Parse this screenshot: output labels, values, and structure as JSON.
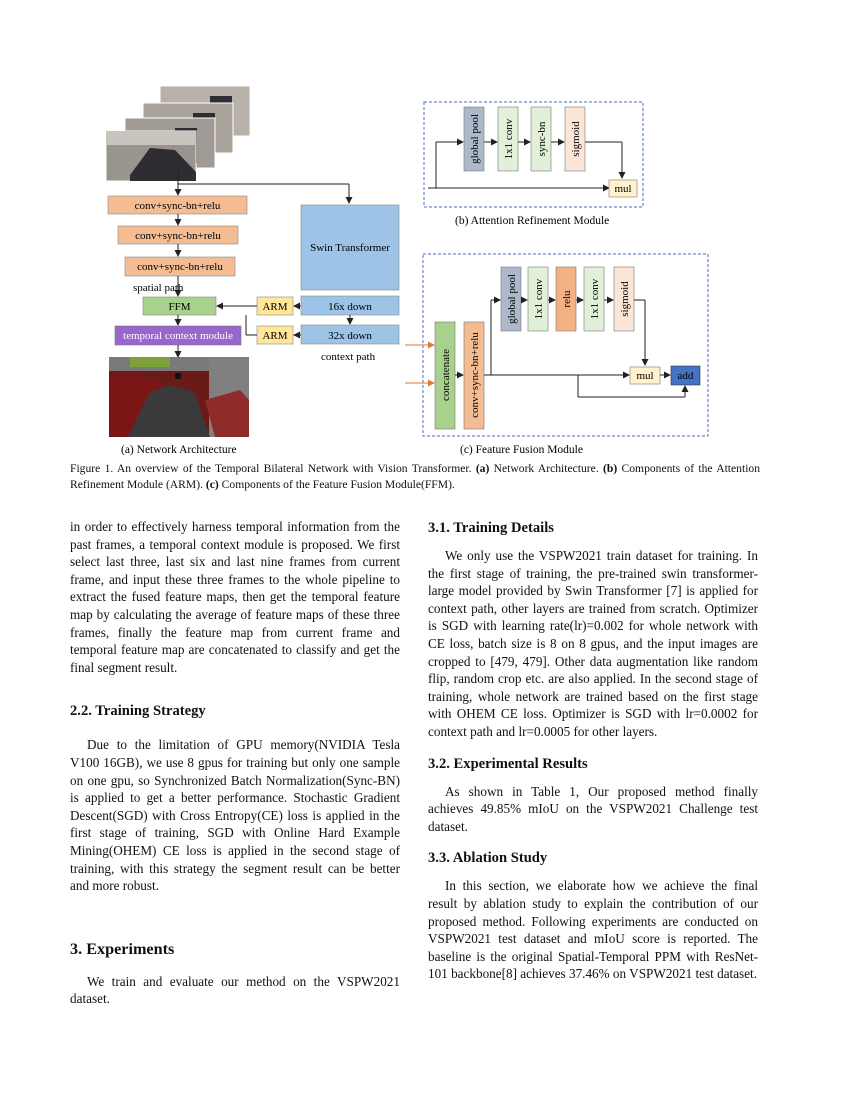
{
  "figure": {
    "network": {
      "blocks": {
        "conv1": "conv+sync-bn+relu",
        "conv2": "conv+sync-bn+relu",
        "conv3": "conv+sync-bn+relu",
        "spatial_path": "spatial path",
        "ffm": "FFM",
        "temporal": "temporal context module",
        "swin": "Swin Transformer",
        "down16": "16x down",
        "down32": "32x down",
        "arm1": "ARM",
        "arm2": "ARM",
        "context_path": "context path"
      },
      "label": "(a) Network Architecture",
      "colors": {
        "orange": "#f4bc93",
        "green": "#a9d18e",
        "purple": "#9966cc",
        "blue": "#9dc3e6",
        "yellow": "#ffe699"
      }
    },
    "arm": {
      "blocks": [
        "global pool",
        "1x1 conv",
        "sync-bn",
        "sigmoid"
      ],
      "mul": "mul",
      "label": "(b) Attention Refinement Module"
    },
    "ffm": {
      "concat": "concatenate",
      "conv": "conv+sync-bn+relu",
      "blocks": [
        "global pool",
        "1x1 conv",
        "relu",
        "1x1 conv",
        "sigmoid"
      ],
      "mul": "mul",
      "add": "add",
      "label": "(c) Feature Fusion Module"
    }
  },
  "caption": {
    "lead": "Figure 1. An overview of the Temporal Bilateral Network with Vision Transformer.",
    "a_tag": "(a)",
    "a_text": "Network Architecture.",
    "b_tag": "(b)",
    "b_text": "Components of the Attention Refinement Module (ARM).",
    "c_tag": "(c)",
    "c_text": "Components of the Feature Fusion Module(FFM)."
  },
  "left_column": {
    "p1": "in order to effectively harness temporal information from the past frames, a temporal context module is proposed. We first select last three, last six and last nine frames from current frame, and input these three frames to the whole pipeline to extract the fused feature maps, then get the temporal feature map by calculating the average of feature maps of these three frames, finally the feature map from current frame and temporal feature map are concatenated to classify and get the final segment result.",
    "h_training_strategy": "2.2. Training Strategy",
    "p2": "Due to the limitation of GPU memory(NVIDIA Tesla V100 16GB), we use 8 gpus for training but only one sample on one gpu, so Synchronized Batch Normalization(Sync-BN) is applied to get a better performance. Stochastic Gradient Descent(SGD) with Cross Entropy(CE) loss is applied in the first stage of training, SGD with Online Hard Example Mining(OHEM) CE loss is applied in the second stage of training, with this strategy the segment result can be better and more robust.",
    "h_experiments": "3. Experiments",
    "p3": "We train and evaluate our method on the VSPW2021 dataset."
  },
  "right_column": {
    "h_training_details": "3.1. Training Details",
    "p1": "We only use the VSPW2021 train dataset for training. In the first stage of training, the pre-trained swin transformer-large model provided by Swin Transformer [7] is applied for context path, other layers are trained from scratch. Optimizer is SGD with learning rate(lr)=0.002 for whole network with CE loss, batch size is 8 on 8 gpus, and the input images are cropped to [479, 479]. Other data augmentation like random flip, random crop etc. are also applied. In the second stage of training, whole network are trained based on the first stage with OHEM CE loss. Optimizer is SGD with lr=0.0002 for context path and lr=0.0005 for other layers.",
    "h_results": "3.2. Experimental Results",
    "p2": "As shown in Table 1, Our proposed method finally achieves 49.85% mIoU on the VSPW2021 Challenge test dataset.",
    "h_ablation": "3.3. Ablation Study",
    "p3": "In this section, we elaborate how we achieve the final result by ablation study to explain the contribution of our proposed method. Following experiments are conducted on VSPW2021 test dataset and mIoU score is reported. The baseline is the original Spatial-Temporal PPM with ResNet-101 backbone[8] achieves 37.46% on VSPW2021 test dataset."
  }
}
